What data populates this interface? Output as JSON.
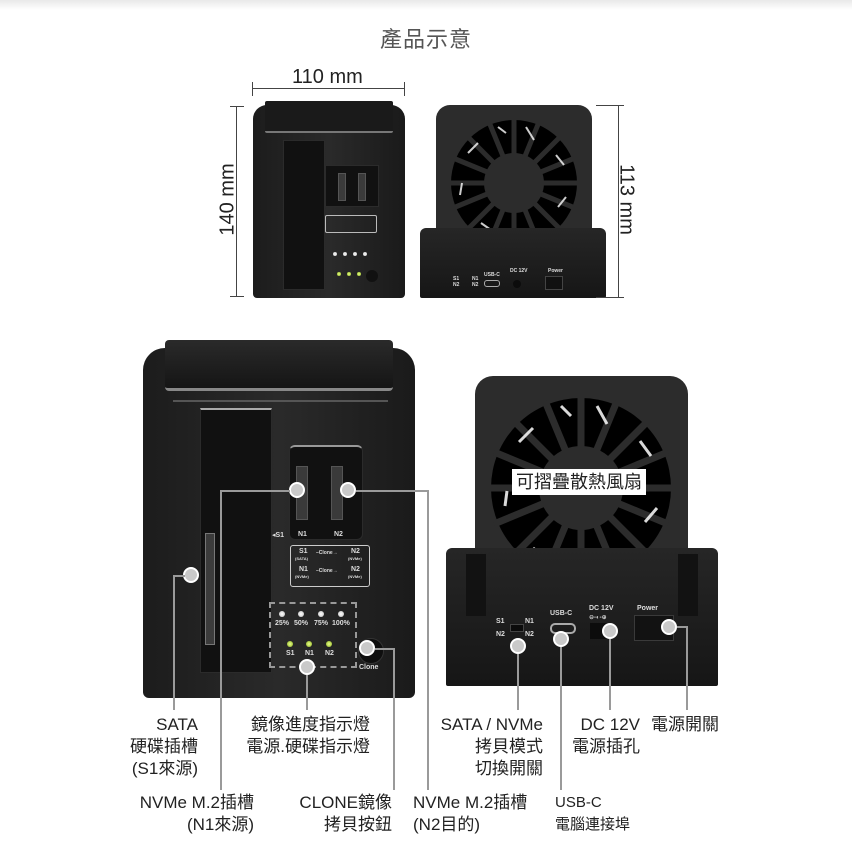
{
  "title": "產品示意",
  "dimensions": {
    "width": "110 mm",
    "height_left": "140 mm",
    "height_right": "113 mm"
  },
  "device_top": {
    "slot_labels": [
      "◂S1",
      "N1",
      "N2"
    ],
    "clone_modes": [
      {
        "source": "S1",
        "source_type": "(SATA)",
        "arrow": "–Clone→",
        "target": "N2",
        "target_type": "(NVMe)"
      },
      {
        "source": "N1",
        "source_type": "(NVMe)",
        "arrow": "–Clone→",
        "target": "N2",
        "target_type": "(NVMe)"
      }
    ],
    "progress_leds": [
      "25%",
      "50%",
      "75%",
      "100%"
    ],
    "status_leds": [
      "S1",
      "N1",
      "N2"
    ],
    "clone_button": "Clone"
  },
  "device_back": {
    "switch_left_top": "S1",
    "switch_left_bottom": "N2",
    "switch_right_top": "N1",
    "switch_right_bottom": "N2",
    "usb_label": "USB-C",
    "dc_label": "DC 12V",
    "dc_symbol": "⊖-◐-⊕",
    "power_label": "Power",
    "fan_callout": "可摺疊散熱風扇"
  },
  "callouts": {
    "sata_slot": [
      "SATA",
      "硬碟插槽",
      "(S1來源)"
    ],
    "nvme_n1": [
      "NVMe M.2插槽",
      "(N1來源)"
    ],
    "leds": [
      "鏡像進度指示燈",
      "電源.硬碟指示燈"
    ],
    "clone_btn": [
      "CLONE鏡像",
      "拷貝按鈕"
    ],
    "nvme_n2": [
      "NVMe M.2插槽",
      "(N2目的)"
    ],
    "mode_switch": [
      "SATA / NVMe",
      "拷貝模式",
      "切換開關"
    ],
    "usb": [
      "USB-C",
      "電腦連接埠"
    ],
    "dc": [
      "DC 12V",
      "電源插孔"
    ],
    "power": [
      "電源開關"
    ]
  }
}
